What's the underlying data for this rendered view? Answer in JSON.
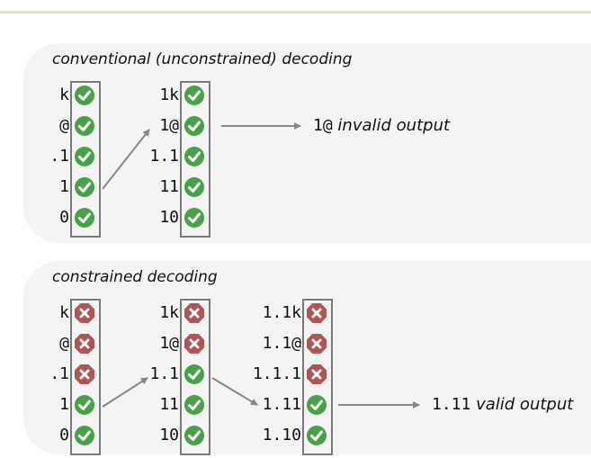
{
  "panels": {
    "top": {
      "title": "conventional (unconstrained) decoding",
      "columns": [
        {
          "tokens": [
            "k",
            "@",
            ".1",
            "1",
            "0"
          ],
          "status": [
            "valid",
            "valid",
            "valid",
            "valid",
            "valid"
          ]
        },
        {
          "tokens": [
            "1k",
            "1@",
            "1.1",
            "11",
            "10"
          ],
          "status": [
            "valid",
            "valid",
            "valid",
            "valid",
            "valid"
          ]
        }
      ],
      "output": {
        "token": "1@",
        "description": "invalid output"
      }
    },
    "bottom": {
      "title": "constrained decoding",
      "columns": [
        {
          "tokens": [
            "k",
            "@",
            ".1",
            "1",
            "0"
          ],
          "status": [
            "invalid",
            "invalid",
            "invalid",
            "valid",
            "valid"
          ]
        },
        {
          "tokens": [
            "1k",
            "1@",
            "1.1",
            "11",
            "10"
          ],
          "status": [
            "invalid",
            "invalid",
            "valid",
            "valid",
            "valid"
          ]
        },
        {
          "tokens": [
            "1.1k",
            "1.1@",
            "1.1.1",
            "1.11",
            "1.10"
          ],
          "status": [
            "invalid",
            "invalid",
            "invalid",
            "valid",
            "valid"
          ]
        }
      ],
      "output": {
        "token": "1.11",
        "description": "valid output"
      }
    }
  },
  "colors": {
    "valid": "#4aa04a",
    "invalid": "#b05555",
    "panel_background": "#f4f4f4",
    "box_border": "#7a7a7a",
    "arrow": "#888888"
  },
  "icons": {
    "valid": "check-icon",
    "invalid": "cross-icon"
  }
}
